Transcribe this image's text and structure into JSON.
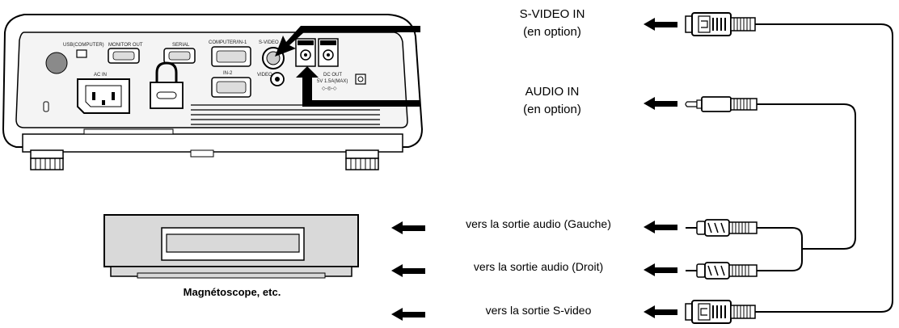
{
  "labels": {
    "svideo_in": "S-VIDEO IN",
    "svideo_in_opt": "(en option)",
    "audio_in": "AUDIO IN",
    "audio_in_opt": "(en option)",
    "to_audio_left": "vers la sortie audio (Gauche)",
    "to_audio_right": "vers la sortie audio (Droit)",
    "to_svideo": "vers la sortie S-video",
    "vcr": "Magnétoscope, etc."
  },
  "ports": {
    "usb": "USB(COMPUTER)",
    "monitor_out": "MONITOR OUT",
    "serial": "SERIAL",
    "computer_in1": "COMPUTER/IN-1",
    "svideo": "S-VIDEO",
    "in2": "IN-2",
    "video": "VIDEO",
    "ac_in": "AC IN",
    "dc_out": "DC OUT",
    "dc_spec": "5V 1.5A(MAX)"
  },
  "colors": {
    "ink": "#000000",
    "projector_body": "#ffffff",
    "panel": "#f4f4f4",
    "vcr_body": "#d9d9d9"
  }
}
